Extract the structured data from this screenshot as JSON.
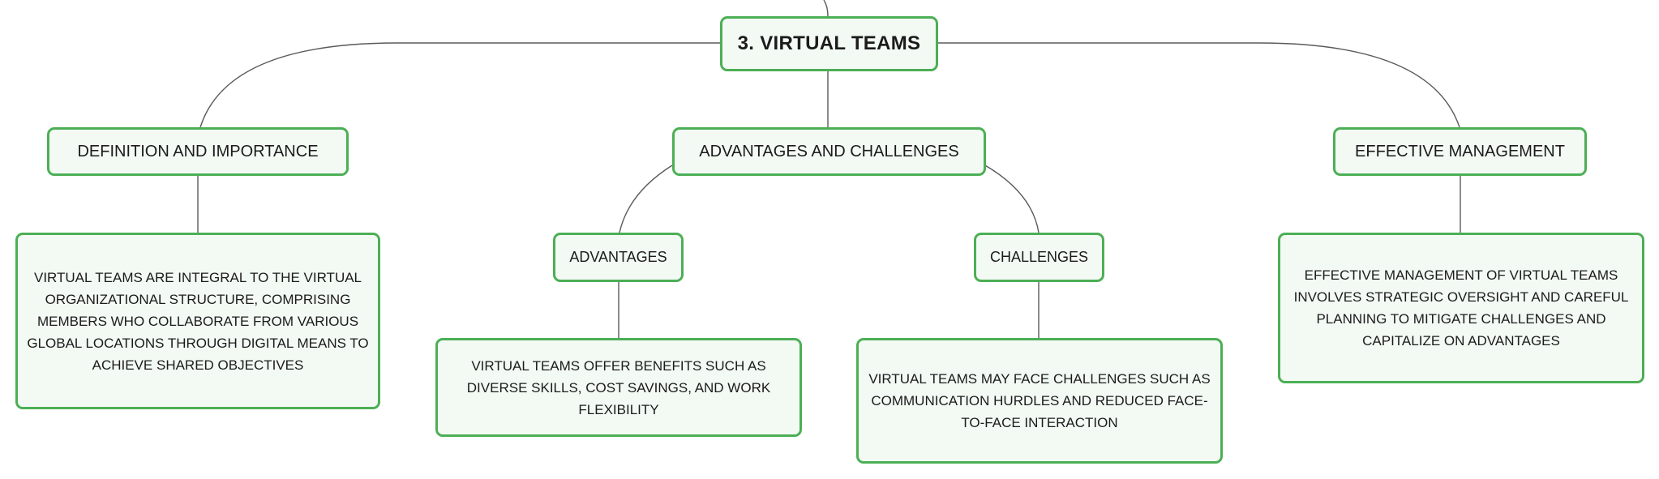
{
  "diagram": {
    "root": {
      "label": "3. VIRTUAL TEAMS"
    },
    "definition": {
      "label": "DEFINITION AND IMPORTANCE",
      "detail": "VIRTUAL TEAMS ARE INTEGRAL TO THE VIRTUAL ORGANIZATIONAL STRUCTURE, COMPRISING MEMBERS WHO COLLABORATE FROM VARIOUS GLOBAL LOCATIONS THROUGH DIGITAL MEANS TO ACHIEVE SHARED OBJECTIVES"
    },
    "advantages_challenges": {
      "label": "ADVANTAGES AND CHALLENGES",
      "advantages": {
        "label": "ADVANTAGES",
        "detail": "VIRTUAL TEAMS OFFER BENEFITS SUCH AS DIVERSE SKILLS, COST SAVINGS, AND WORK FLEXIBILITY"
      },
      "challenges": {
        "label": "CHALLENGES",
        "detail": "VIRTUAL TEAMS MAY FACE CHALLENGES SUCH AS COMMUNICATION HURDLES AND REDUCED FACE-TO-FACE INTERACTION"
      }
    },
    "management": {
      "label": "EFFECTIVE MANAGEMENT",
      "detail": "EFFECTIVE MANAGEMENT OF VIRTUAL TEAMS INVOLVES STRATEGIC OVERSIGHT AND CAREFUL PLANNING TO MITIGATE CHALLENGES AND CAPITALIZE ON ADVANTAGES"
    }
  },
  "colors": {
    "node_border": "#4caf55",
    "node_fill": "#f3faf4",
    "connector": "#5a5a5a"
  }
}
